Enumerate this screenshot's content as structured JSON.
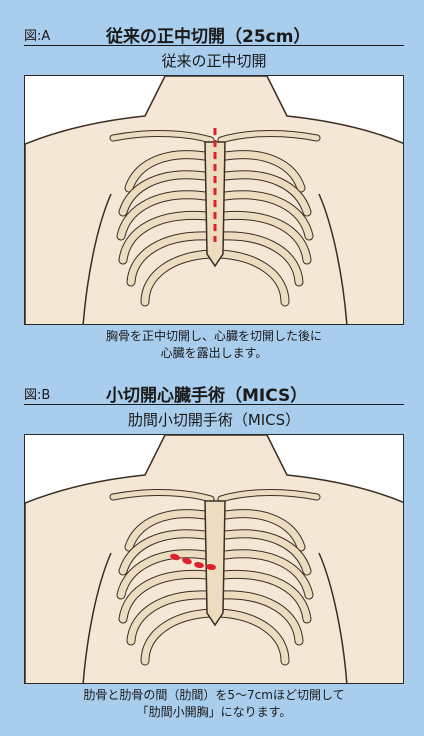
{
  "figure_a": {
    "label": "図:A",
    "title": "従来の正中切開（25cm）",
    "subtitle": "従来の正中切開",
    "caption_line1": "胸骨を正中切開し、心臓を切開した後に",
    "caption_line2": "心臓を露出します。"
  },
  "figure_b": {
    "label": "図:B",
    "title": "小切開心臓手術（MICS）",
    "subtitle": "肋間小切開手術（MICS）",
    "caption_line1": "肋骨と肋骨の間（肋間）を5〜7cmほど切開して",
    "caption_line2": "「肋間小開胸」になります。"
  },
  "colors": {
    "background": "#a9cdec",
    "skin": "#f5e7d6",
    "bone": "#ecdcc0",
    "incision": "#e0202a"
  }
}
